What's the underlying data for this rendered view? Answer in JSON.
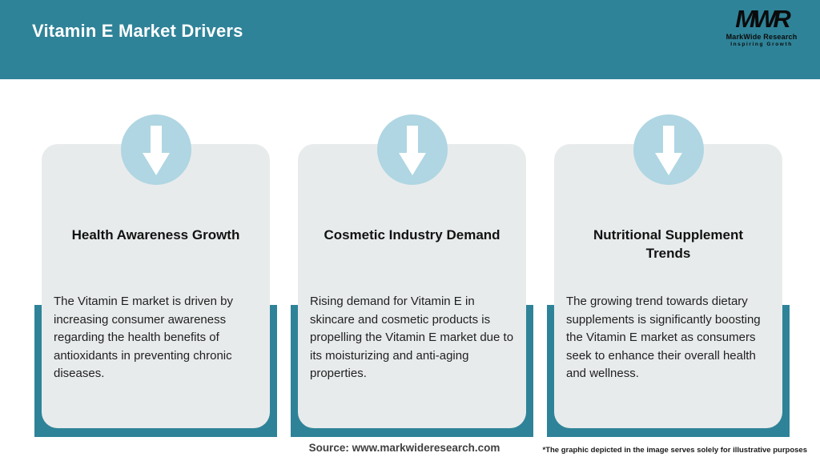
{
  "header": {
    "title": "Vitamin E Market Drivers",
    "logo": {
      "acronym": "MWR",
      "name": "MarkWide Research",
      "tagline": "Inspiring Growth"
    }
  },
  "cards": [
    {
      "icon": "arrow-down-icon",
      "title": "Health Awareness Growth",
      "description": "The Vitamin E market is driven by increasing consumer awareness regarding the health benefits of antioxidants in preventing chronic diseases."
    },
    {
      "icon": "arrow-down-icon",
      "title": "Cosmetic Industry Demand",
      "description": "Rising demand for Vitamin E in skincare and cosmetic products is propelling the Vitamin E market due to its moisturizing and anti-aging properties."
    },
    {
      "icon": "arrow-down-icon",
      "title": "Nutritional Supplement Trends",
      "description": "The growing trend towards dietary supplements is significantly boosting the Vitamin E market as consumers seek to enhance their overall health and wellness."
    }
  ],
  "footer": {
    "source": "Source: www.markwideresearch.com",
    "disclaimer": "*The graphic depicted in the image serves solely for illustrative purposes"
  },
  "colors": {
    "teal": "#2F8398",
    "card_background": "#E8EBEC",
    "icon_circle": "#AFD6E2",
    "title_text": "#121212",
    "body_text": "#1F1F1F",
    "source_text": "#404040"
  }
}
